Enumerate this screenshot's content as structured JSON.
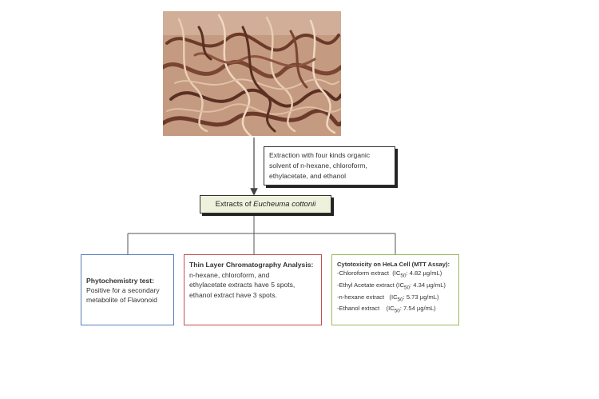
{
  "image": {
    "subject": "dried red seaweed",
    "colors": {
      "base": "#b98f73",
      "dark": "#5a3024",
      "light": "#e9cdb3"
    }
  },
  "extraction_note": {
    "line1": "Extraction with four kinds organic",
    "line2": "solvent of  n-hexane, chloroform,",
    "line3": "ethylacetate, and ethanol"
  },
  "extracts_box": {
    "prefix": "Extracts of",
    "species": "Eucheuma cottonii"
  },
  "phytochemistry": {
    "title": "Phytochemistry test:",
    "line1": "Positive for a secondary",
    "line2": "metabolite of Flavonoid"
  },
  "tlc": {
    "title": "Thin Layer Chromatography Analysis:",
    "line1": "n-hexane, chloroform, and",
    "line2": "ethylacetate extracts have 5 spots,",
    "line3": "ethanol extract have 3 spots."
  },
  "cytotoxicity": {
    "title": "Cytotoxicity  on HeLa Cell (MTT Assay):",
    "rows": [
      {
        "name": "-Chloroform extract",
        "ic_label": "IC",
        "sub": "50",
        "value": ": 4.82 µg/mL)"
      },
      {
        "name": "-Ethyl Acetate extract",
        "ic_label": "IC",
        "sub": "50",
        "value": ": 4.34 µg/mL)"
      },
      {
        "name": "-n-hexane extract",
        "ic_label": "IC",
        "sub": "50",
        "value": ": 5.73 µg/mL)"
      },
      {
        "name": "-Ethanol extract",
        "ic_label": "IC",
        "sub": "50",
        "value": ": 7.54 µg/mL)"
      }
    ]
  },
  "colors": {
    "phyto_border": "#5a7dbd",
    "tlc_border": "#c0504d",
    "cyto_border": "#9bbb59",
    "extracts_fill": "#eef2dd"
  }
}
